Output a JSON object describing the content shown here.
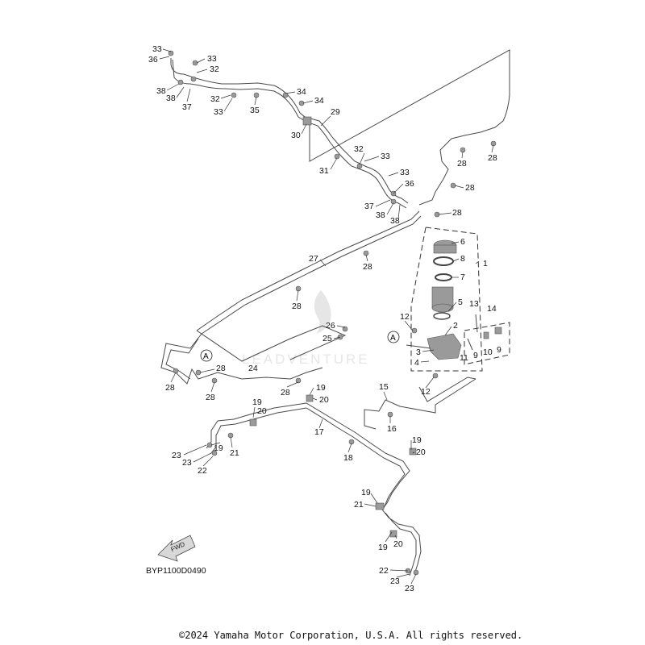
{
  "diagram_code": "BYP1100D0490",
  "copyright": "©2024 Yamaha Motor Corporation, U.S.A. All rights reserved.",
  "watermark": "LEADVENTURE",
  "fwd_label": "FWD",
  "ref_letter": "A",
  "labels": {
    "l1": "1",
    "l2": "2",
    "l3": "3",
    "l4": "4",
    "l5": "5",
    "l6": "6",
    "l7": "7",
    "l8": "8",
    "l9a": "9",
    "l9b": "9",
    "l10": "10",
    "l11": "11",
    "l12a": "12",
    "l12b": "12",
    "l13": "13",
    "l14": "14",
    "l15": "15",
    "l16": "16",
    "l17": "17",
    "l18": "18",
    "l19a": "19",
    "l19b": "19",
    "l19c": "19",
    "l19d": "19",
    "l19e": "19",
    "l19f": "19",
    "l20a": "20",
    "l20b": "20",
    "l20c": "20",
    "l20d": "20",
    "l21a": "21",
    "l21b": "21",
    "l22a": "22",
    "l22b": "22",
    "l23a": "23",
    "l23b": "23",
    "l23c": "23",
    "l23d": "23",
    "l24": "24",
    "l25": "25",
    "l26": "26",
    "l27": "27",
    "l28a": "28",
    "l28b": "28",
    "l28c": "28",
    "l28d": "28",
    "l28e": "28",
    "l28f": "28",
    "l28g": "28",
    "l28h": "28",
    "l28i": "28",
    "l28j": "28",
    "l29": "29",
    "l30": "30",
    "l31": "31",
    "l32a": "32",
    "l32b": "32",
    "l32c": "32",
    "l33a": "33",
    "l33b": "33",
    "l33c": "33",
    "l33d": "33",
    "l33e": "33",
    "l34a": "34",
    "l34b": "34",
    "l35": "35",
    "l36a": "36",
    "l36b": "36",
    "l37a": "37",
    "l37b": "37",
    "l38a": "38",
    "l38b": "38",
    "l38c": "38",
    "l38d": "38"
  }
}
